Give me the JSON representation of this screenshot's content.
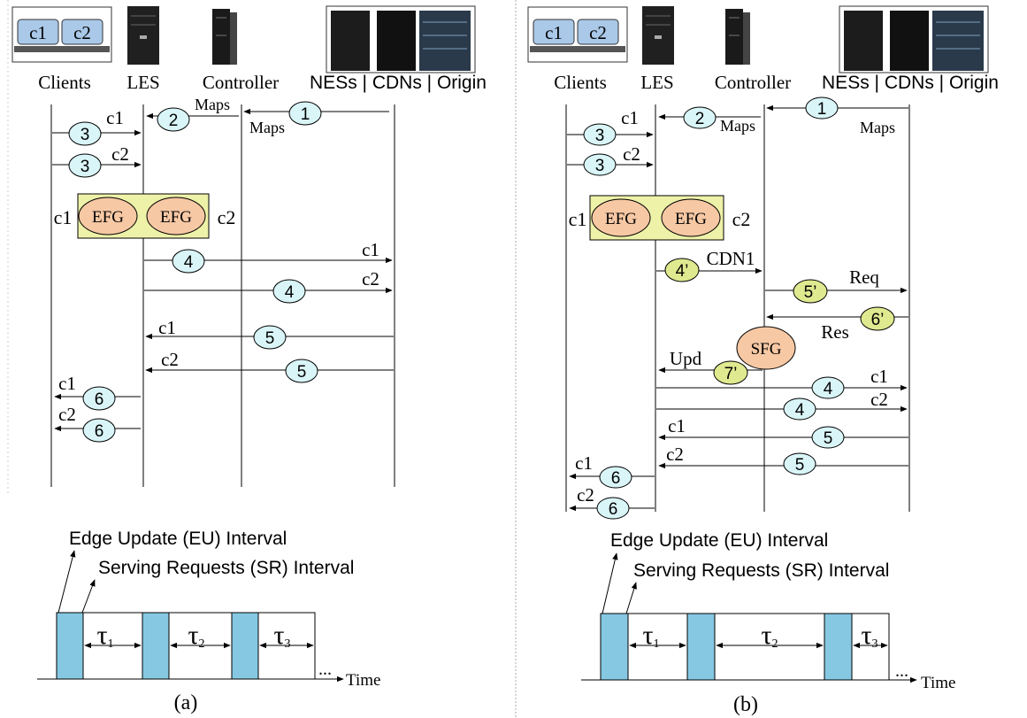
{
  "panels": {
    "a": {
      "caption": "(a)",
      "actors": [
        "Clients",
        "LES",
        "Controller",
        "NESs | CDNs | Origin"
      ],
      "client_chips": [
        "c1",
        "c2"
      ],
      "efg": {
        "left": "c1",
        "right": "c2",
        "label1": "EFG",
        "label2": "EFG"
      },
      "messages": [
        {
          "num": "1",
          "label": "Maps"
        },
        {
          "num": "2",
          "label": "Maps"
        },
        {
          "num": "3",
          "label": "c1"
        },
        {
          "num": "3",
          "label": "c2"
        },
        {
          "num": "4",
          "label": "c1"
        },
        {
          "num": "4",
          "label": "c2"
        },
        {
          "num": "5",
          "label": "c1"
        },
        {
          "num": "5",
          "label": "c2"
        },
        {
          "num": "6",
          "label": "c1"
        },
        {
          "num": "6",
          "label": "c2"
        }
      ],
      "timeline": {
        "eu_label": "Edge Update (EU) Interval",
        "sr_label": "Serving Requests (SR) Interval",
        "taus": [
          "τ",
          "τ",
          "τ"
        ],
        "tau_subs": [
          "1",
          "2",
          "3"
        ],
        "dots": "...",
        "time": "Time"
      }
    },
    "b": {
      "caption": "(b)",
      "actors": [
        "Clients",
        "LES",
        "Controller",
        "NESs | CDNs | Origin"
      ],
      "client_chips": [
        "c1",
        "c2"
      ],
      "efg": {
        "left": "c1",
        "right": "c2",
        "label1": "EFG",
        "label2": "EFG"
      },
      "sfg": "SFG",
      "messages": [
        {
          "num": "1",
          "label": "Maps"
        },
        {
          "num": "2",
          "label": "Maps"
        },
        {
          "num": "3",
          "label": "c1"
        },
        {
          "num": "3",
          "label": "c2"
        },
        {
          "num": "4’",
          "label": "CDN1"
        },
        {
          "num": "5’",
          "label": "Req"
        },
        {
          "num": "6’",
          "label": "Res"
        },
        {
          "num": "7’",
          "label": "Upd"
        },
        {
          "num": "4",
          "label": "c1"
        },
        {
          "num": "4",
          "label": "c2"
        },
        {
          "num": "5",
          "label": "c1"
        },
        {
          "num": "5",
          "label": "c2"
        },
        {
          "num": "6",
          "label": "c1"
        },
        {
          "num": "6",
          "label": "c2"
        }
      ],
      "timeline": {
        "eu_label": "Edge Update (EU) Interval",
        "sr_label": "Serving Requests (SR) Interval",
        "taus": [
          "τ",
          "τ",
          "τ"
        ],
        "tau_subs": [
          "1",
          "2",
          "3"
        ],
        "dots": "...",
        "time": "Time"
      }
    }
  },
  "colors": {
    "bubble_blue": "#d9f5f8",
    "bubble_green": "#dfe98f",
    "efg_box": "#eef2a8",
    "efg_ellipse": "#f7c8a4",
    "interval_fill": "#86c8e2"
  }
}
